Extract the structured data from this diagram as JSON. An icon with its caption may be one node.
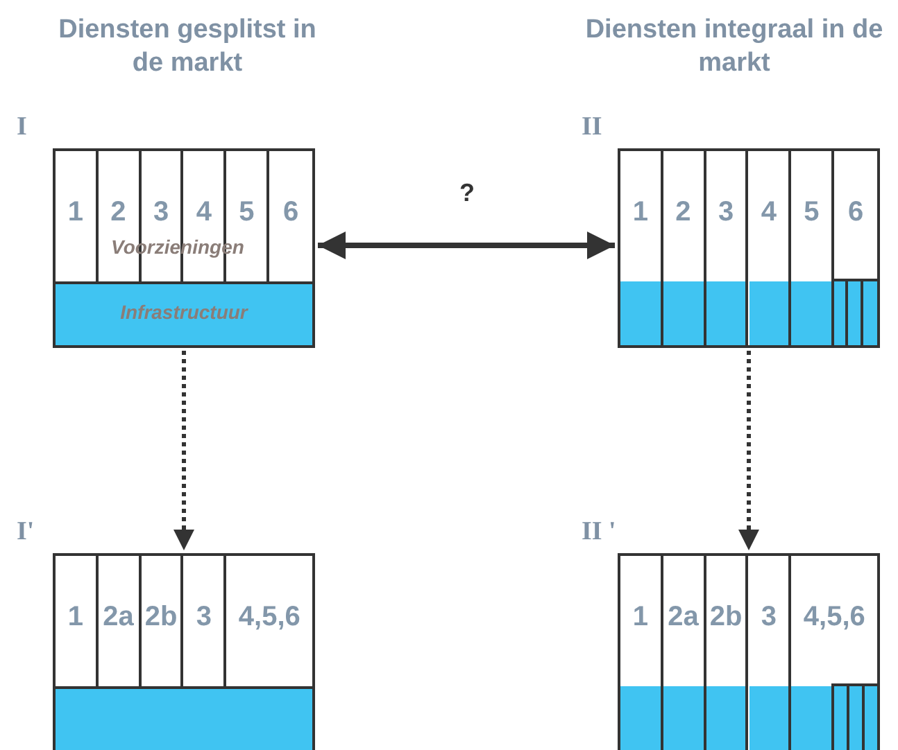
{
  "diagram": {
    "nodes": [
      {
        "text": [],
        "shape": "box",
        "beside": [
          "I"
        ]
      },
      {
        "text": [
          "1"
        ],
        "in": 0
      },
      {
        "text": [
          "2"
        ],
        "in": 0
      },
      {
        "text": [
          "3"
        ],
        "in": 0
      },
      {
        "text": [
          "4"
        ],
        "in": 0
      },
      {
        "text": [
          "5"
        ],
        "in": 0
      },
      {
        "text": [
          "6"
        ],
        "in": 0
      },
      {
        "text": [
          "Infrastructuur"
        ],
        "in": 0
      },
      {
        "text": [],
        "shape": "box",
        "beside": [
          "II"
        ]
      },
      {
        "text": [
          "1"
        ],
        "in": 8
      },
      {
        "text": [
          "2"
        ],
        "in": 8
      },
      {
        "text": [
          "3"
        ],
        "in": 8
      },
      {
        "text": [
          "4"
        ],
        "in": 8
      },
      {
        "text": [
          "5"
        ],
        "in": 8
      },
      {
        "text": [
          "6"
        ],
        "in": 8
      },
      {
        "text": [],
        "shape": "box",
        "beside": [
          "I'"
        ]
      },
      {
        "text": [
          "1"
        ],
        "in": 15
      },
      {
        "text": [
          "2a"
        ],
        "in": 15
      },
      {
        "text": [
          "2b"
        ],
        "in": 15
      },
      {
        "text": [
          "3"
        ],
        "in": 15
      },
      {
        "text": [
          "4,5,6"
        ],
        "in": 15
      },
      {
        "text": [],
        "shape": "bar",
        "in": 15
      },
      {
        "text": [],
        "shape": "box",
        "beside": [
          "II '"
        ]
      },
      {
        "text": [
          "1"
        ],
        "in": 22
      },
      {
        "text": [
          "2a"
        ],
        "in": 22
      },
      {
        "text": [
          "2b"
        ],
        "in": 22
      },
      {
        "text": [
          "3"
        ],
        "in": 22
      },
      {
        "text": [
          "4,5,6"
        ],
        "in": 22
      }
    ],
    "edges": [
      {
        "from": 0,
        "to": 8,
        "arrow": "both",
        "label": "?"
      },
      {
        "from": 0,
        "to": 15,
        "arrow": "to",
        "style": "dashed"
      },
      {
        "from": 8,
        "to": 22,
        "arrow": "to",
        "style": "dashed"
      }
    ],
    "labels": [
      "Diensten gesplitst in de markt",
      "Diensten integraal in de markt",
      "Voorzieningen"
    ]
  }
}
